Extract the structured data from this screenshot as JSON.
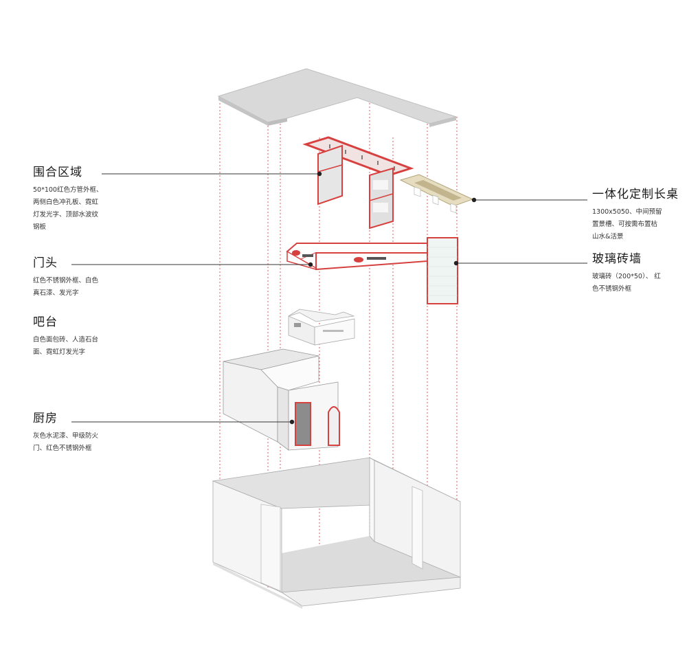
{
  "colors": {
    "accent": "#d6403e",
    "guide": "#e05a5a",
    "line": "#333333",
    "slab": "#d9d9d9"
  },
  "callouts": {
    "enclosure": {
      "title": "围合区域",
      "desc": [
        "50*100红色方管外框、",
        "两侧白色冲孔板、霓虹",
        "灯发光字、顶部水波纹",
        "钢板"
      ]
    },
    "storefront": {
      "title": "门头",
      "desc": [
        "红色不锈钢外框、白色",
        "真石漆、发光字"
      ]
    },
    "bar": {
      "title": "吧台",
      "desc": [
        "白色面包砖、人造石台",
        "面、霓虹灯发光字"
      ]
    },
    "kitchen": {
      "title": "厨房",
      "desc": [
        "灰色水泥漆、甲级防火",
        "门、红色不锈钢外框"
      ]
    },
    "table": {
      "title": "一体化定制长桌",
      "desc": [
        "1300x5050、中间预留",
        "置景槽、可按需布置枯",
        "山水&活景"
      ]
    },
    "glass_wall": {
      "title": "玻璃砖墙",
      "desc": [
        "玻璃砖（200*50）、 红",
        "色不锈钢外框"
      ]
    }
  }
}
